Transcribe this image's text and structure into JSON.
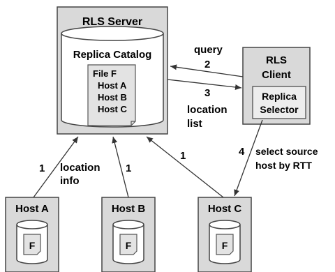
{
  "server": {
    "title": "RLS Server",
    "catalog_label": "Replica Catalog",
    "file_lines": [
      "File F",
      "Host A",
      "Host B",
      "Host C"
    ]
  },
  "client": {
    "title_lines": [
      "RLS",
      "Client"
    ],
    "selector_lines": [
      "Replica",
      "Selector"
    ]
  },
  "hosts": [
    {
      "name": "Host A",
      "file": "F"
    },
    {
      "name": "Host B",
      "file": "F"
    },
    {
      "name": "Host C",
      "file": "F"
    }
  ],
  "flows": {
    "step1": "1",
    "location_info_lines": [
      "location",
      "info"
    ],
    "step2": "2",
    "query": "query",
    "step3": "3",
    "location_list_lines": [
      "location",
      "list"
    ],
    "step4": "4",
    "select_source_lines": [
      "select source",
      "host by RTT"
    ]
  },
  "colors": {
    "box_fill": "#d9d9d9",
    "inner_fill": "#ededed",
    "border": "#444444"
  }
}
